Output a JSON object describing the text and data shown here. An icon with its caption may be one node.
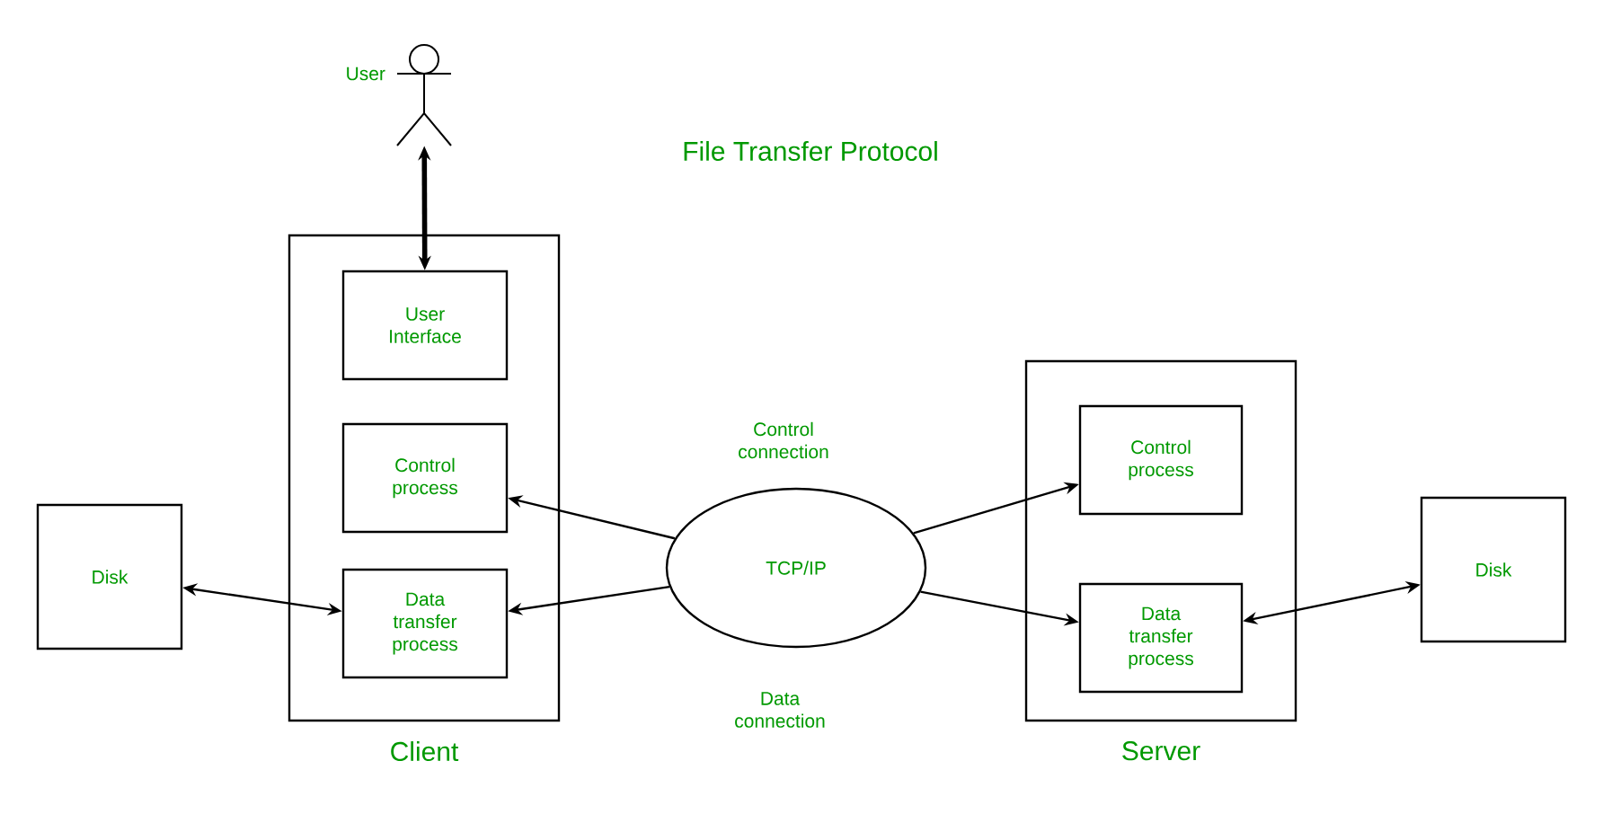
{
  "diagram": {
    "title": "File Transfer Protocol",
    "nodes": [
      {
        "text": [],
        "shape": "person",
        "beside": [
          "User"
        ]
      },
      {
        "text": [
          "Client"
        ]
      },
      {
        "text": [
          "User Interface"
        ],
        "in": 1
      },
      {
        "text": [
          "Control process"
        ],
        "in": 1
      },
      {
        "text": [
          "Data transfer process"
        ],
        "in": 1
      },
      {
        "text": [
          "Disk"
        ]
      },
      {
        "text": [
          "TCP/IP"
        ]
      },
      {
        "text": [
          "Server"
        ]
      },
      {
        "text": [
          "Control process"
        ],
        "in": 7
      },
      {
        "text": [
          "Data transfer process"
        ],
        "in": 7
      },
      {
        "text": [
          "Disk"
        ]
      }
    ],
    "edges": [
      {
        "from": 0,
        "to": 2,
        "arrow": "both",
        "style": "thick"
      },
      {
        "from": 5,
        "to": 4,
        "arrow": "both"
      },
      {
        "from": 6,
        "to": 3,
        "arrow": "to"
      },
      {
        "from": 6,
        "to": 4,
        "arrow": "to"
      },
      {
        "from": 6,
        "to": 8,
        "arrow": "to"
      },
      {
        "from": 6,
        "to": 9,
        "arrow": "to"
      },
      {
        "from": 9,
        "to": 10,
        "arrow": "both"
      }
    ],
    "labels": [
      "Control connection",
      "Data connection"
    ]
  }
}
